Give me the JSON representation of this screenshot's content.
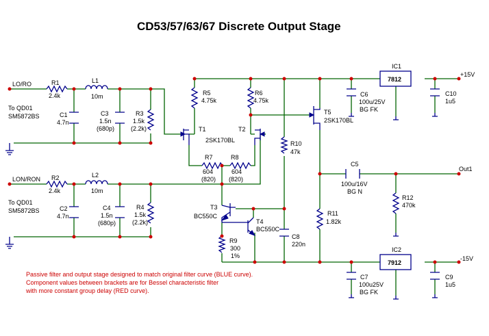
{
  "title": "CD53/57/63/67 Discrete Output Stage",
  "nets": {
    "lo_ro": "LO/RO",
    "lon_ron": "LON/RON",
    "pos15": "+15V",
    "neg15": "-15V",
    "out1": "Out1",
    "to_qd01_a": "To QD01",
    "sm_a": "SM5872BS",
    "to_qd01_b": "To QD01",
    "sm_b": "SM5872BS"
  },
  "components": {
    "R1": {
      "ref": "R1",
      "value": "2.4k"
    },
    "L1": {
      "ref": "L1",
      "value": "10m"
    },
    "C1": {
      "ref": "C1",
      "value": "4.7n"
    },
    "C3": {
      "ref": "C3",
      "value": "1.5n",
      "alt": "(680p)"
    },
    "R3": {
      "ref": "R3",
      "value": "1.5k",
      "alt": "(2.2k)"
    },
    "R2": {
      "ref": "R2",
      "value": "2.4k"
    },
    "L2": {
      "ref": "L2",
      "value": "10m"
    },
    "C2": {
      "ref": "C2",
      "value": "4.7n"
    },
    "C4": {
      "ref": "C4",
      "value": "1.5n",
      "alt": "(680p)"
    },
    "R4": {
      "ref": "R4",
      "value": "1.5k",
      "alt": "(2.2k)"
    },
    "R5": {
      "ref": "R5",
      "value": "4.75k"
    },
    "R6": {
      "ref": "R6",
      "value": "4.75k"
    },
    "T1": {
      "ref": "T1"
    },
    "T2": {
      "ref": "T2"
    },
    "T12": {
      "value": "2SK170BL"
    },
    "R7": {
      "ref": "R7",
      "value": "604",
      "alt": "(820)"
    },
    "R8": {
      "ref": "R8",
      "value": "604",
      "alt": "(820)"
    },
    "T3": {
      "ref": "T3",
      "value": "BC550C"
    },
    "T4": {
      "ref": "T4",
      "value": "BC550C"
    },
    "R9": {
      "ref": "R9",
      "value": "300",
      "alt": "1%"
    },
    "R10": {
      "ref": "R10",
      "value": "47k"
    },
    "C8": {
      "ref": "C8",
      "value": "220n"
    },
    "T5": {
      "ref": "T5",
      "value": "2SK170BL"
    },
    "C5": {
      "ref": "C5",
      "value": "100u/16V",
      "alt": "BG N"
    },
    "R11": {
      "ref": "R11",
      "value": "1.82k"
    },
    "R12": {
      "ref": "R12",
      "value": "470k"
    },
    "IC1": {
      "ref": "IC1",
      "value": "7812"
    },
    "IC2": {
      "ref": "IC2",
      "value": "7912"
    },
    "C6": {
      "ref": "C6",
      "value": "100u/25V",
      "alt": "BG FK"
    },
    "C7": {
      "ref": "C7",
      "value": "100u25V",
      "alt": "BG FK"
    },
    "C9": {
      "ref": "C9",
      "value": "1u5"
    },
    "C10": {
      "ref": "C10",
      "value": "1u5"
    }
  },
  "notes": [
    "Passive filter and output stage designed to match original filter curve (BLUE curve).",
    "Component values between brackets are for Bessel characteristic filter",
    "with more constant group delay (RED curve)."
  ],
  "colors": {
    "wire": "#006400",
    "part": "#00008b",
    "junction": "#cc0000",
    "note": "#cc0000"
  }
}
